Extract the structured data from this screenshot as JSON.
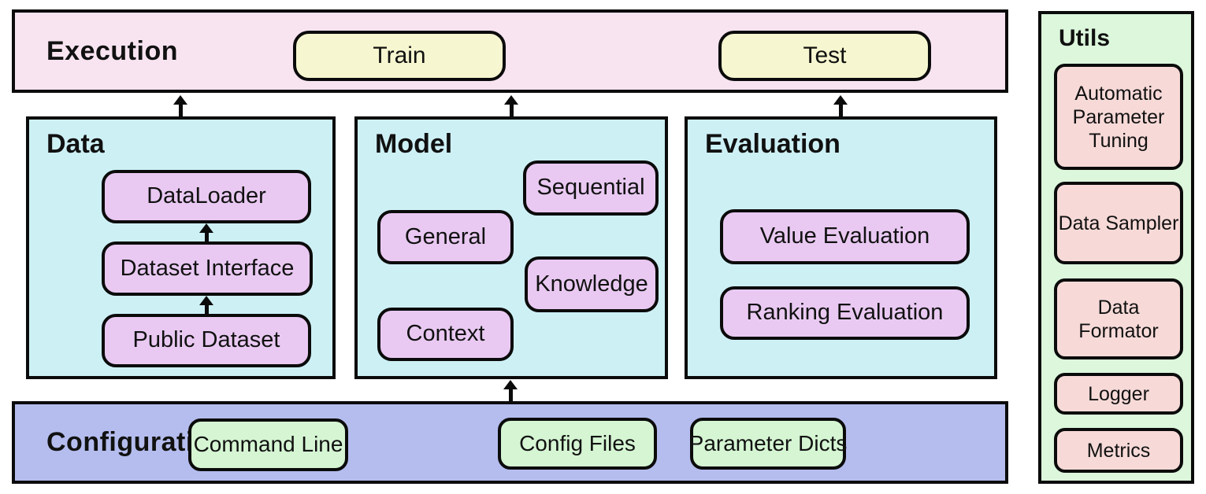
{
  "sections": {
    "execution": {
      "title": "Execution",
      "nodes": [
        {
          "label": "Train"
        },
        {
          "label": "Test"
        }
      ]
    },
    "data": {
      "title": "Data",
      "nodes": [
        {
          "label": "DataLoader"
        },
        {
          "label": "Dataset Interface"
        },
        {
          "label": "Public Dataset"
        }
      ]
    },
    "model": {
      "title": "Model",
      "nodes": [
        {
          "label": "Sequential"
        },
        {
          "label": "General"
        },
        {
          "label": "Knowledge"
        },
        {
          "label": "Context"
        }
      ]
    },
    "evaluation": {
      "title": "Evaluation",
      "nodes": [
        {
          "label": "Value Evaluation"
        },
        {
          "label": "Ranking Evaluation"
        }
      ]
    },
    "configuration": {
      "title": "Configuration",
      "nodes": [
        {
          "label": "Command Line"
        },
        {
          "label": "Config Files"
        },
        {
          "label": "Parameter Dicts"
        }
      ]
    },
    "utils": {
      "title": "Utils",
      "nodes": [
        {
          "label": "Automatic Parameter Tuning"
        },
        {
          "label": "Data Sampler"
        },
        {
          "label": "Data Formator"
        },
        {
          "label": "Logger"
        },
        {
          "label": "Metrics"
        }
      ]
    }
  },
  "connections": [
    {
      "from": "Public Dataset",
      "to": "Dataset Interface"
    },
    {
      "from": "Dataset Interface",
      "to": "DataLoader"
    },
    {
      "from": "Data",
      "to": "Execution"
    },
    {
      "from": "Model",
      "to": "Execution"
    },
    {
      "from": "Evaluation",
      "to": "Execution"
    },
    {
      "from": "Configuration",
      "to": "Model"
    }
  ],
  "colors": {
    "execution_bg": "#f8e3f0",
    "run_node_bg": "#f6f6d0",
    "module_bg": "#cdf0f5",
    "module_node_bg": "#e9c9f2",
    "configuration_bg": "#b5bdee",
    "config_node_bg": "#d5f5d3",
    "utils_bg": "#dcf7dc",
    "utils_node_bg": "#f7dad8",
    "border": "#0b0b0b"
  }
}
